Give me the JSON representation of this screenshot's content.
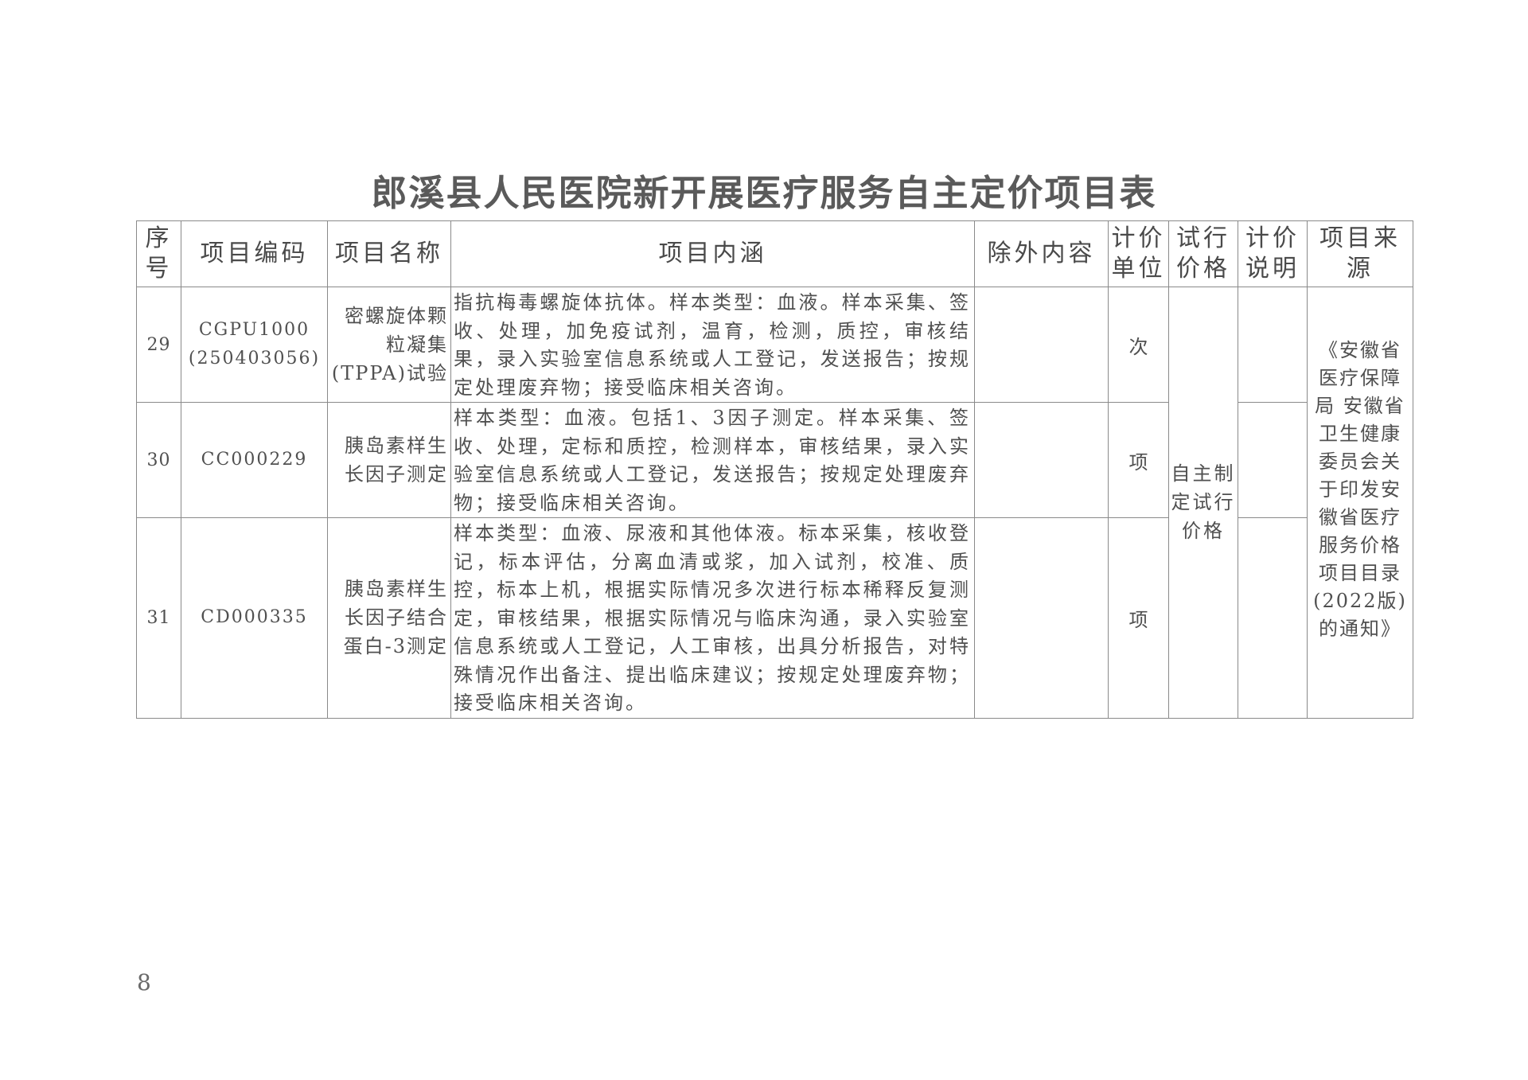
{
  "title": "郎溪县人民医院新开展医疗服务自主定价项目表",
  "headers": {
    "seq": "序号",
    "code": "项目编码",
    "name": "项目名称",
    "content": "项目内涵",
    "exclusion": "除外内容",
    "unit": "计价单位",
    "trial_price": "试行价格",
    "pricing_note": "计价说明",
    "source": "项目来源"
  },
  "rows": [
    {
      "seq": "29",
      "code_line1": "CGPU1000",
      "code_line2": "(250403056)",
      "name": "密螺旋体颗粒凝集(TPPA)试验",
      "content": "指抗梅毒螺旋体抗体。样本类型：血液。样本采集、签收、处理，加免疫试剂，温育，检测，质控，审核结果，录入实验室信息系统或人工登记，发送报告；按规定处理废弃物；接受临床相关咨询。",
      "exclusion": "",
      "unit": "次",
      "pricing_note": ""
    },
    {
      "seq": "30",
      "code_line1": "CC000229",
      "code_line2": "",
      "name": "胰岛素样生长因子测定",
      "content": "样本类型：血液。包括1、3因子测定。样本采集、签收、处理，定标和质控，检测样本，审核结果，录入实验室信息系统或人工登记，发送报告；按规定处理废弃物；接受临床相关咨询。",
      "exclusion": "",
      "unit": "项",
      "pricing_note": ""
    },
    {
      "seq": "31",
      "code_line1": "CD000335",
      "code_line2": "",
      "name": "胰岛素样生长因子结合蛋白-3测定",
      "content": "样本类型：血液、尿液和其他体液。标本采集，核收登记，标本评估，分离血清或浆，加入试剂，校准、质控，标本上机，根据实际情况多次进行标本稀释反复测定，审核结果，根据实际情况与临床沟通，录入实验室信息系统或人工登记，人工审核，出具分析报告，对特殊情况作出备注、提出临床建议；按规定处理废弃物；接受临床相关咨询。",
      "exclusion": "",
      "unit": "项",
      "pricing_note": ""
    }
  ],
  "trial_price_merged": "自主制定试行价格",
  "source_merged": "《安徽省医疗保障局 安徽省卫生健康委员会关于印发安徽省医疗服务价格项目目录(2022版)的通知》",
  "page_number": "8"
}
